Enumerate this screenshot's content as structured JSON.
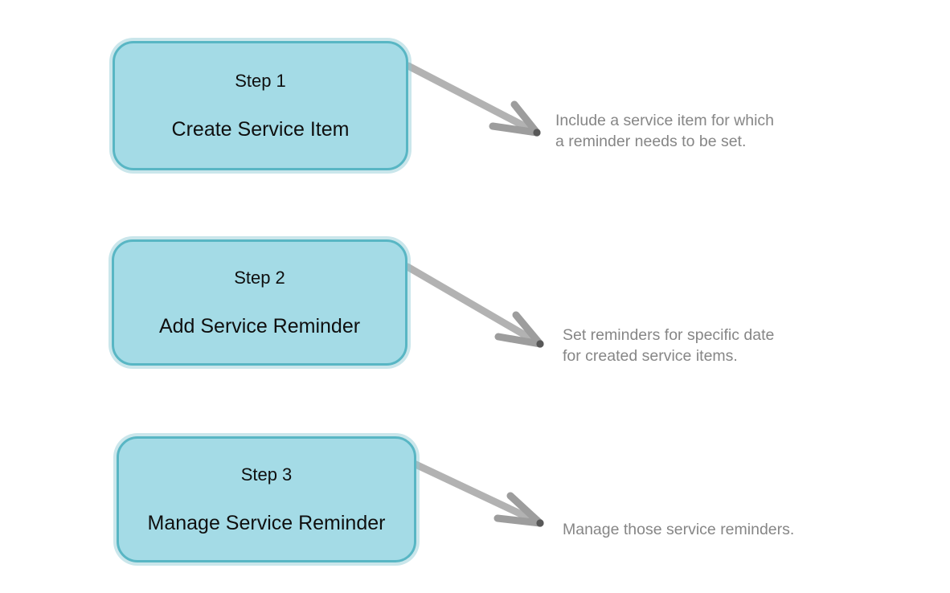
{
  "diagram": {
    "type": "process-flow",
    "background_color": "#ffffff",
    "box_fill_color": "#a4dbe6",
    "box_border_color": "#58b6c4",
    "box_glow_color": "#8ac7d2",
    "arrow_color": "#b2b2b2",
    "arrow_tip_color": "#585858",
    "annotation_color": "#868686",
    "step_text_color": "#0f0f0f",
    "steps": [
      {
        "title": "Step 1",
        "subtitle": "Create Service Item",
        "annotation": "Include a service item for which\na reminder needs to be set."
      },
      {
        "title": "Step 2",
        "subtitle": "Add Service Reminder",
        "annotation": "Set reminders for specific date\nfor created service items."
      },
      {
        "title": "Step 3",
        "subtitle": "Manage Service Reminder",
        "annotation": "Manage those service reminders."
      }
    ]
  }
}
